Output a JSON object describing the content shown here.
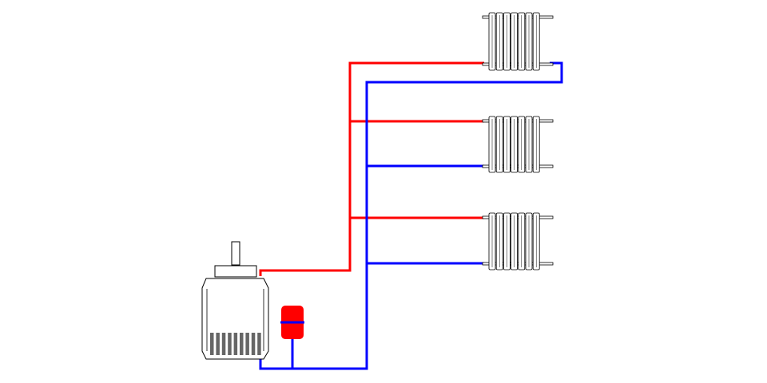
{
  "colors": {
    "background": "#ffffff",
    "supply_pipe": "#ff0000",
    "return_pipe": "#0000ff",
    "outline": "#000000",
    "radiator_fill": "#ffffff",
    "boiler_fill": "#ffffff",
    "boiler_grille": "#666666",
    "expansion_tank": "#ff0000"
  },
  "icons": {
    "boiler": "boiler-icon",
    "expansion_tank": "expansion-tank-icon",
    "radiator": "radiator-icon"
  },
  "diagram": {
    "type": "heating-system-schematic",
    "components": {
      "boiler_count": 1,
      "expansion_tank_count": 1,
      "radiator_count": 3,
      "radiator_sections_each": 7,
      "boiler_grille_slats": 9
    }
  }
}
